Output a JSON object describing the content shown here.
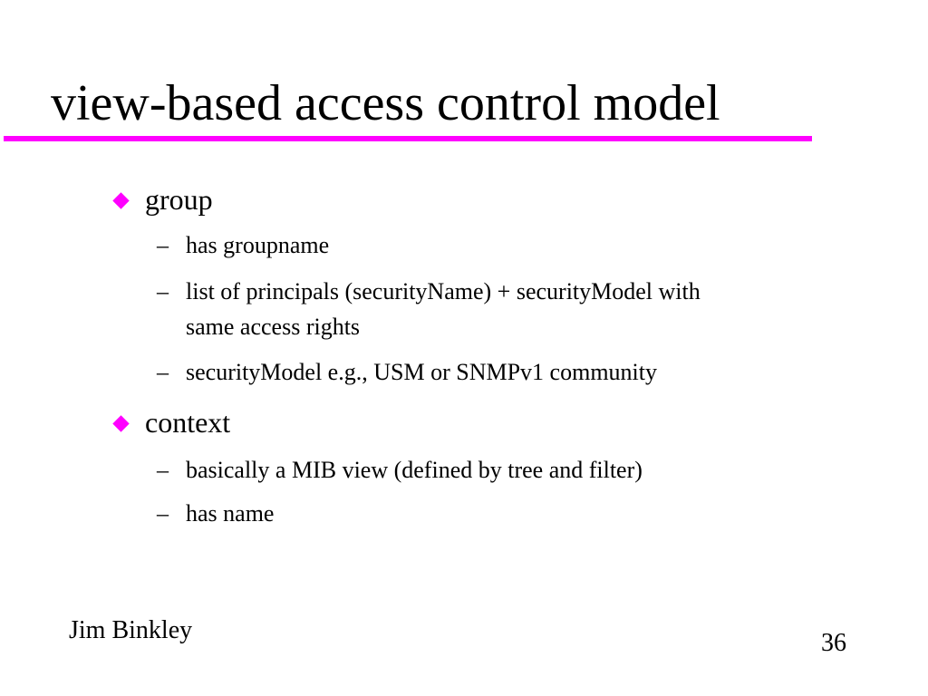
{
  "slide": {
    "title": "view-based access control model",
    "accent_color": "#ff00ff",
    "bullets": [
      {
        "text": "group",
        "sub": [
          {
            "lines": [
              "has groupname"
            ]
          },
          {
            "lines": [
              "list of principals (securityName) + securityModel with",
              "same access rights"
            ]
          },
          {
            "lines": [
              "securityModel e.g., USM or SNMPv1 community"
            ]
          }
        ]
      },
      {
        "text": "context",
        "sub": [
          {
            "lines": [
              "basically a MIB view (defined by tree and filter)"
            ]
          },
          {
            "lines": [
              "has name"
            ]
          }
        ]
      }
    ],
    "dash_glyph": "–",
    "bullet_icon": "diamond-icon",
    "footer": {
      "author": "Jim Binkley",
      "page_number": "36"
    }
  }
}
